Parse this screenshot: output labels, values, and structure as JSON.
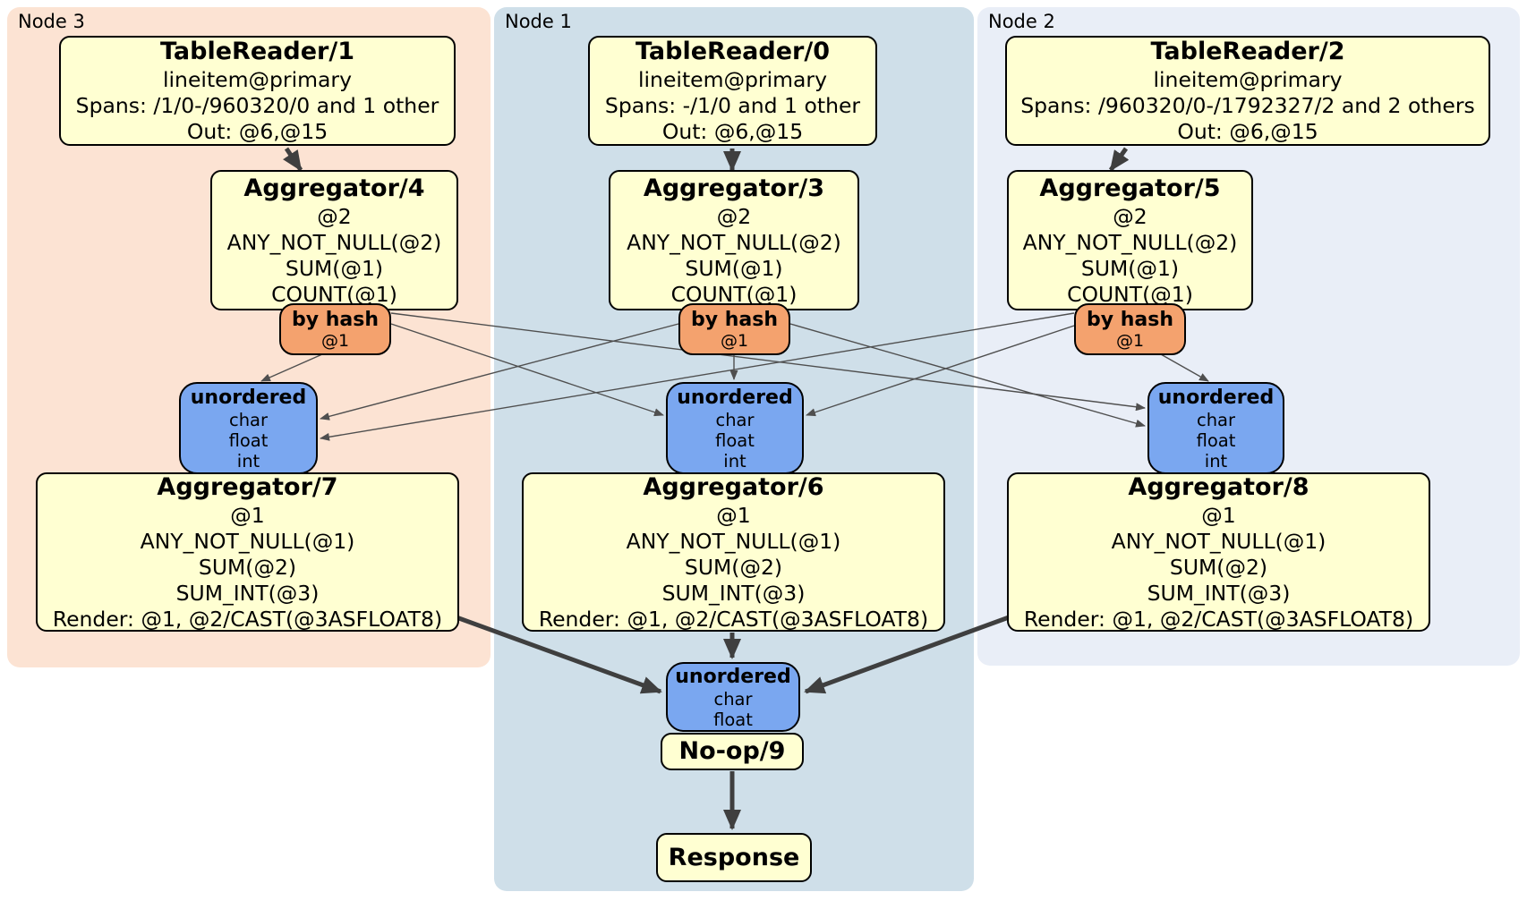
{
  "regions": {
    "node3": {
      "label": "Node 3"
    },
    "node1": {
      "label": "Node 1"
    },
    "node2": {
      "label": "Node 2"
    }
  },
  "nodes": {
    "tr1": {
      "title": "TableReader/1",
      "lines": [
        "lineitem@primary",
        "Spans: /1/0-/960320/0 and 1 other",
        "Out: @6,@15"
      ]
    },
    "tr0": {
      "title": "TableReader/0",
      "lines": [
        "lineitem@primary",
        "Spans: -/1/0 and 1 other",
        "Out: @6,@15"
      ]
    },
    "tr2": {
      "title": "TableReader/2",
      "lines": [
        "lineitem@primary",
        "Spans: /960320/0-/1792327/2 and 2 others",
        "Out: @6,@15"
      ]
    },
    "agg4": {
      "title": "Aggregator/4",
      "lines": [
        "@2",
        "ANY_NOT_NULL(@2)",
        "SUM(@1)",
        "COUNT(@1)"
      ]
    },
    "agg3": {
      "title": "Aggregator/3",
      "lines": [
        "@2",
        "ANY_NOT_NULL(@2)",
        "SUM(@1)",
        "COUNT(@1)"
      ]
    },
    "agg5": {
      "title": "Aggregator/5",
      "lines": [
        "@2",
        "ANY_NOT_NULL(@2)",
        "SUM(@1)",
        "COUNT(@1)"
      ]
    },
    "hash3": {
      "title": "by hash",
      "lines": [
        "@1"
      ]
    },
    "hash1": {
      "title": "by hash",
      "lines": [
        "@1"
      ]
    },
    "hash2": {
      "title": "by hash",
      "lines": [
        "@1"
      ]
    },
    "sync3": {
      "title": "unordered",
      "lines": [
        "char",
        "float",
        "int"
      ]
    },
    "sync1": {
      "title": "unordered",
      "lines": [
        "char",
        "float",
        "int"
      ]
    },
    "sync2": {
      "title": "unordered",
      "lines": [
        "char",
        "float",
        "int"
      ]
    },
    "agg7": {
      "title": "Aggregator/7",
      "lines": [
        "@1",
        "ANY_NOT_NULL(@1)",
        "SUM(@2)",
        "SUM_INT(@3)",
        "Render: @1, @2/CAST(@3ASFLOAT8)"
      ]
    },
    "agg6": {
      "title": "Aggregator/6",
      "lines": [
        "@1",
        "ANY_NOT_NULL(@1)",
        "SUM(@2)",
        "SUM_INT(@3)",
        "Render: @1, @2/CAST(@3ASFLOAT8)"
      ]
    },
    "agg8": {
      "title": "Aggregator/8",
      "lines": [
        "@1",
        "ANY_NOT_NULL(@1)",
        "SUM(@2)",
        "SUM_INT(@3)",
        "Render: @1, @2/CAST(@3ASFLOAT8)"
      ]
    },
    "syncFinal": {
      "title": "unordered",
      "lines": [
        "char",
        "float"
      ]
    },
    "noop": {
      "title": "No-op/9"
    },
    "response": {
      "title": "Response"
    }
  },
  "colors": {
    "node_region_3": "#fce3d3",
    "node_region_1": "#cfdfe9",
    "node_region_2": "#e9eef7",
    "processor_fill": "#ffffd2",
    "router_fill": "#f4a26e",
    "sync_fill": "#7aa7f0",
    "edge_thin": "#4f4f4f",
    "edge_thick": "#3f3f3f"
  }
}
